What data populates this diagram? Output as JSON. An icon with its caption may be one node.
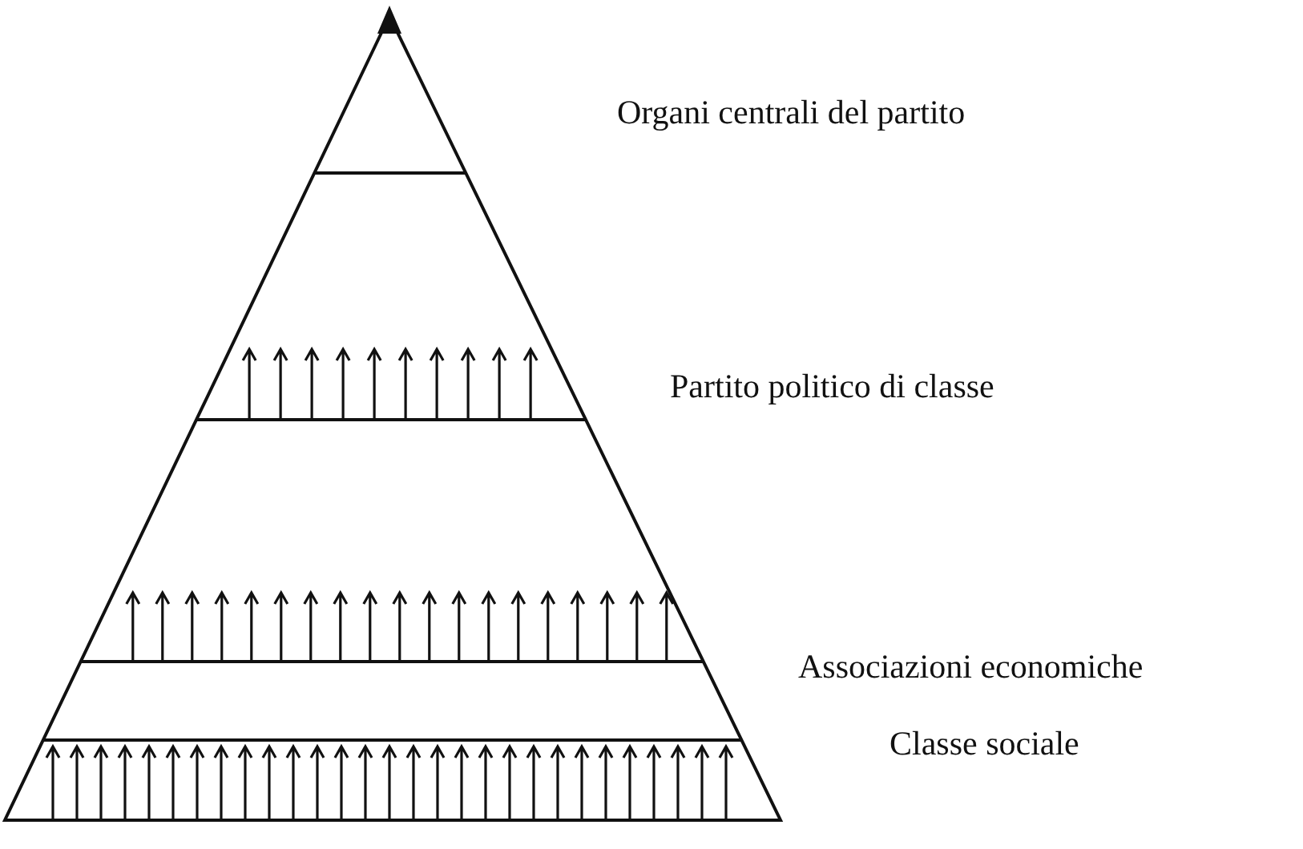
{
  "diagram": {
    "labels": [
      "Organi centrali del partito",
      "Partito politico di classe",
      "Associazioni economiche",
      "Classe sociale"
    ]
  }
}
